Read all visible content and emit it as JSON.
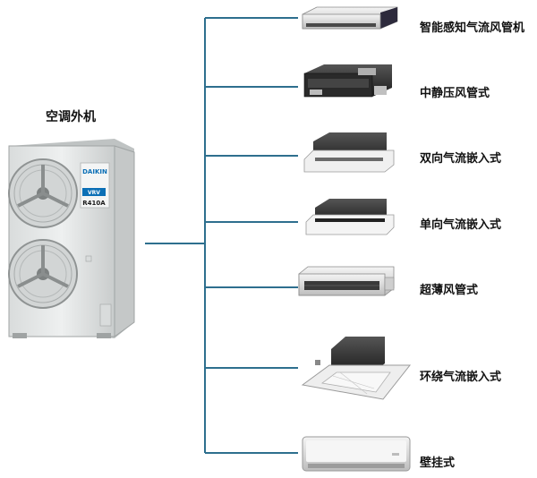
{
  "outdoor_unit": {
    "label": "空调外机",
    "brand": "DAIKIN",
    "badge": "VRV",
    "refrigerant": "R410A"
  },
  "colors": {
    "connector": "#2e6f8e",
    "cabinet": "#e4e6e6",
    "dark": "#2b2b2b",
    "brand": "#0b6fb6"
  },
  "indoor_units": [
    {
      "label": "智能感知气流风管机",
      "icon": "slim-duct-unit-icon"
    },
    {
      "label": "中静压风管式",
      "icon": "medium-pressure-duct-icon"
    },
    {
      "label": "双向气流嵌入式",
      "icon": "two-way-cassette-icon"
    },
    {
      "label": "单向气流嵌入式",
      "icon": "one-way-cassette-icon"
    },
    {
      "label": "超薄风管式",
      "icon": "ultra-thin-duct-icon"
    },
    {
      "label": "环绕气流嵌入式",
      "icon": "round-flow-cassette-icon"
    },
    {
      "label": "壁挂式",
      "icon": "wall-mounted-icon"
    }
  ]
}
